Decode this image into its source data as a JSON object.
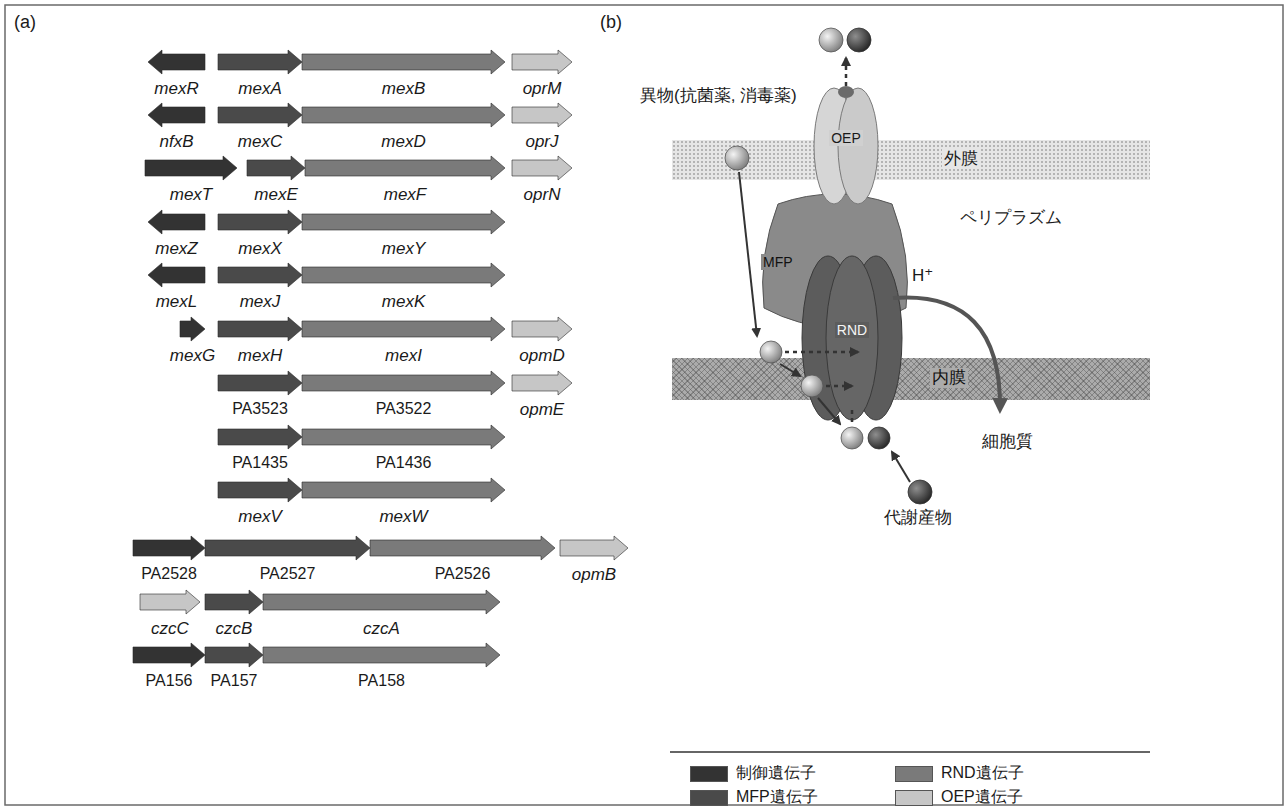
{
  "diagram": {
    "nodes": [
      {
        "text": [
          "外膜"
        ]
      },
      {
        "text": [
          "内膜"
        ]
      },
      {
        "text": [
          "OEP"
        ]
      },
      {
        "text": [
          "MFP"
        ]
      },
      {
        "text": [
          "RND"
        ]
      }
    ],
    "labels": [
      "(a)",
      "mexR",
      "mexA",
      "mexB",
      "oprM",
      "nfxB",
      "mexC",
      "mexD",
      "oprJ",
      "mexT",
      "mexE",
      "mexF",
      "oprN",
      "mexZ",
      "mexX",
      "mexY",
      "mexL",
      "mexJ",
      "mexK",
      "mexG",
      "mexH",
      "mexI",
      "opmD",
      "PA3523",
      "PA3522",
      "opmE",
      "PA1435",
      "PA1436",
      "mexV",
      "mexW",
      "PA2528",
      "PA2527",
      "PA2526",
      "opmB",
      "czcC",
      "czcB",
      "czcA",
      "PA156",
      "PA157",
      "PA158",
      "(b)",
      "異物(抗菌薬, 消毒薬)",
      "ペリプラズム",
      "H⁺",
      "細胞質",
      "代謝産物"
    ],
    "legend": [
      {
        "text": "制御遺伝子",
        "color": "#333333"
      },
      {
        "text": "RND遺伝子",
        "color": "#7a7a7a"
      },
      {
        "text": "MFP遺伝子",
        "color": "#4a4a4a"
      },
      {
        "text": "OEP遺伝子",
        "color": "#c6c6c6"
      }
    ]
  }
}
